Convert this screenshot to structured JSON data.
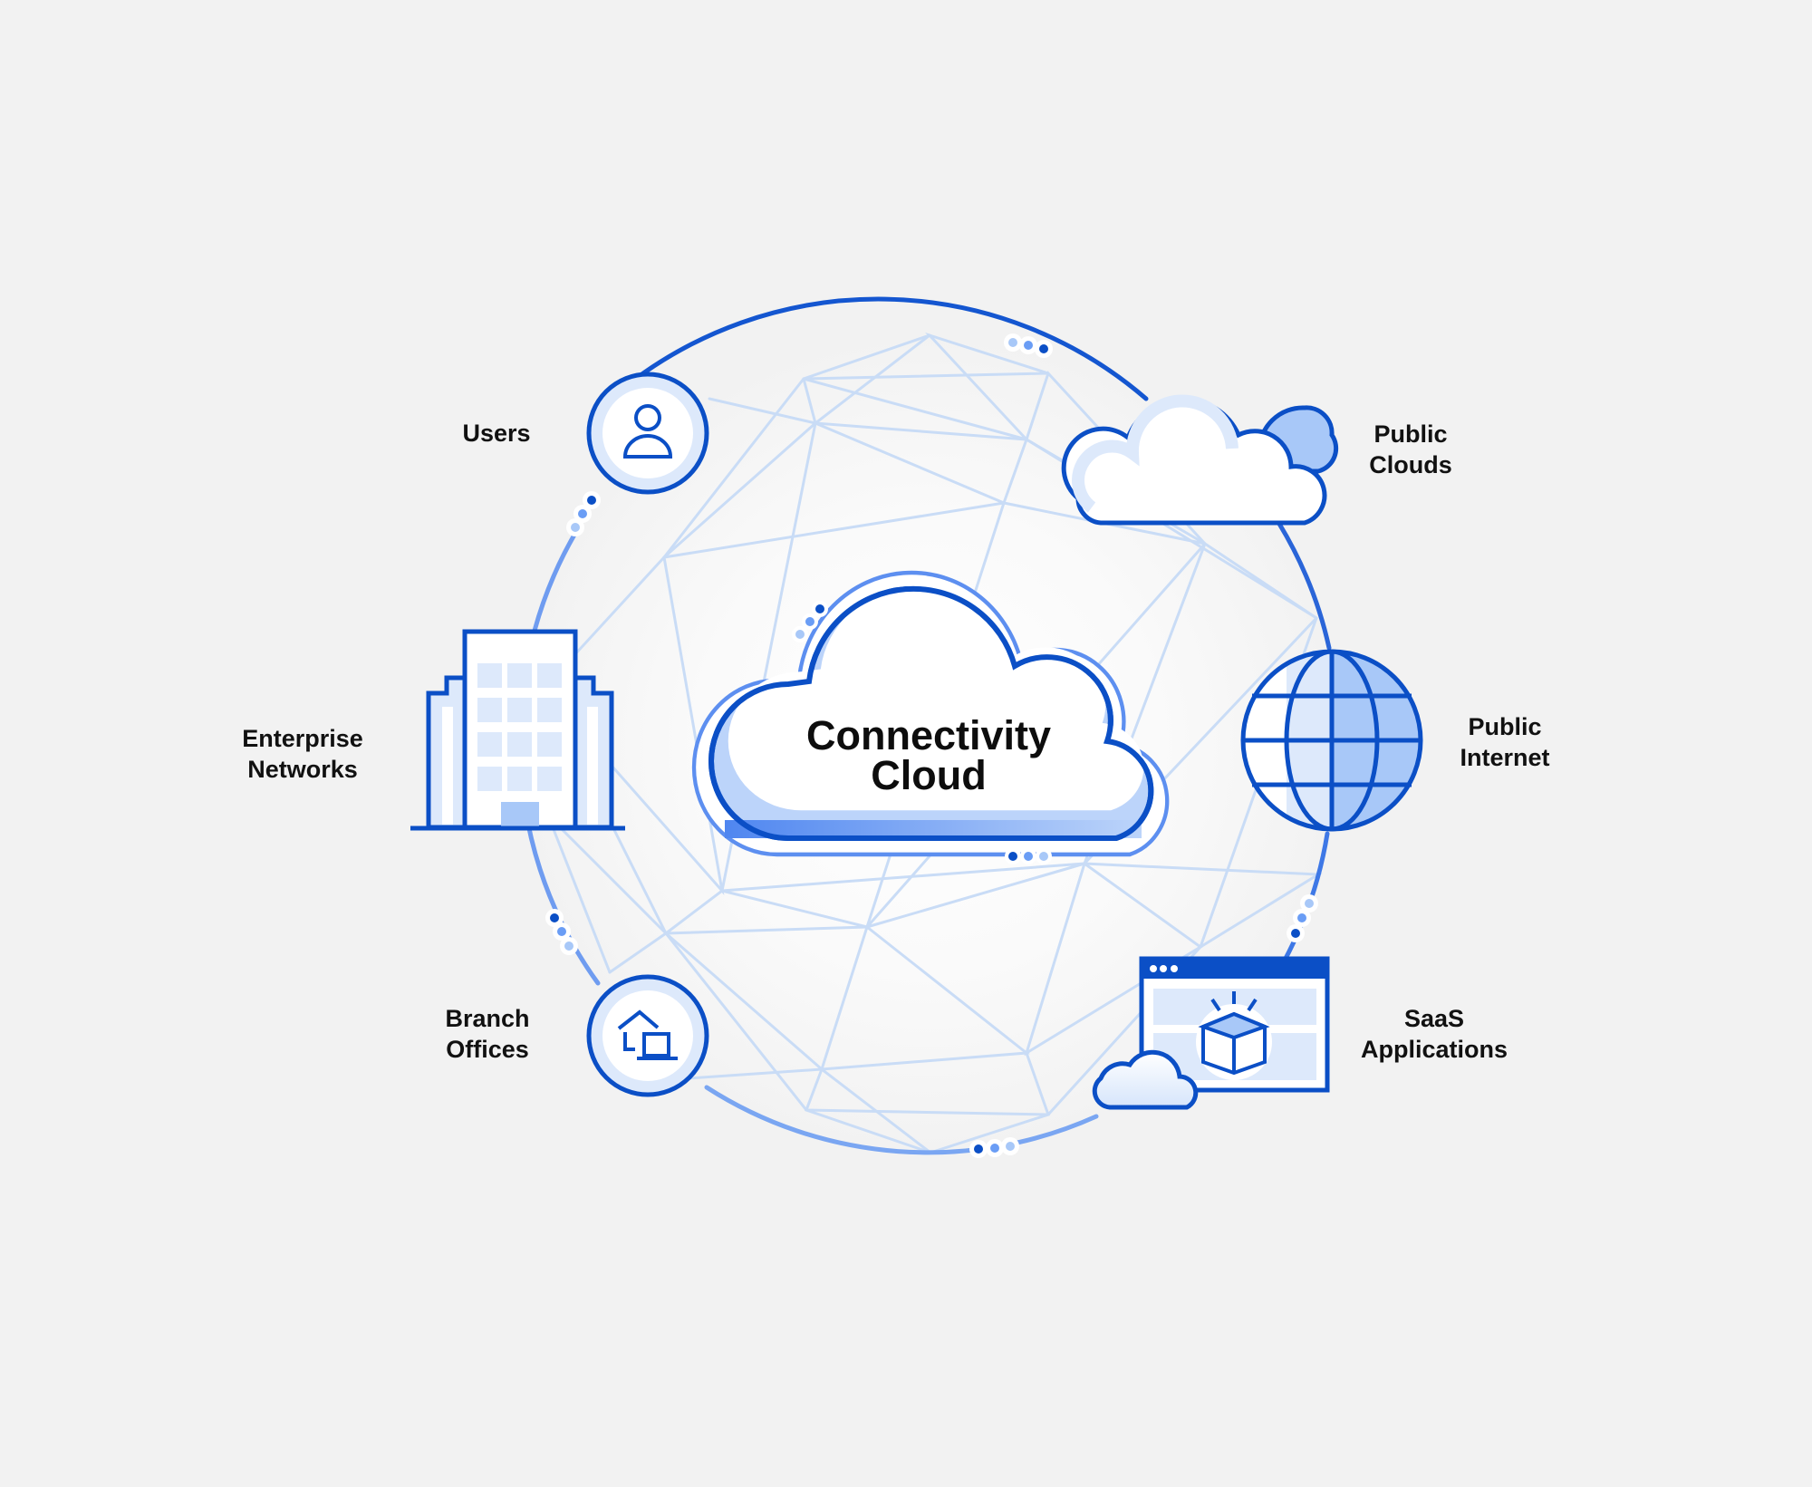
{
  "diagram": {
    "title_line1": "Connectivity",
    "title_line2": "Cloud",
    "nodes": [
      {
        "id": "users",
        "icon": "user-icon",
        "label_lines": [
          "Users"
        ]
      },
      {
        "id": "public-clouds",
        "icon": "clouds-icon",
        "label_lines": [
          "Public",
          "Clouds"
        ]
      },
      {
        "id": "enterprise-networks",
        "icon": "office-building-icon",
        "label_lines": [
          "Enterprise",
          "Networks"
        ]
      },
      {
        "id": "public-internet",
        "icon": "globe-icon",
        "label_lines": [
          "Public",
          "Internet"
        ]
      },
      {
        "id": "branch-offices",
        "icon": "home-laptop-icon",
        "label_lines": [
          "Branch",
          "Offices"
        ]
      },
      {
        "id": "saas-applications",
        "icon": "app-window-box-icon",
        "label_lines": [
          "SaaS",
          "Applications"
        ]
      }
    ]
  },
  "colors": {
    "background": "#f2f2f2",
    "stroke_dark": "#0b4fc6",
    "accent_mid": "#6a9df5",
    "accent_light": "#a8c8f8",
    "fill_pale": "#dde9fb",
    "mesh": "#c9dcf6",
    "text": "#111111"
  }
}
